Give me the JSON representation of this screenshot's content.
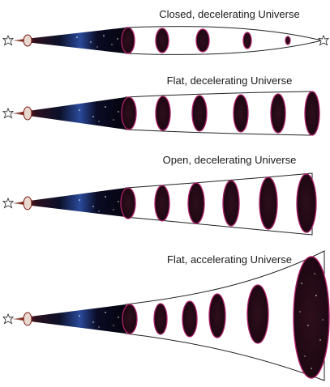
{
  "panels": [
    {
      "key": "closed",
      "label": "Closed, decelerating Universe"
    },
    {
      "key": "flat",
      "label": "Flat, decelerating Universe"
    },
    {
      "key": "open",
      "label": "Open, decelerating Universe"
    },
    {
      "key": "flat-accelerating",
      "label": "Flat, accelerating Universe"
    }
  ],
  "colors": {
    "ellipse_outline": "#b0206a",
    "ellipse_fill": "#2a0f1c",
    "envelope_line": "#222222",
    "early_red": "#8b1a10",
    "early_blue": "#2a4a9a",
    "deep_space": "#08081a"
  },
  "icons": {
    "big_bang": "star-burst-icon",
    "big_crunch": "star-burst-icon"
  }
}
